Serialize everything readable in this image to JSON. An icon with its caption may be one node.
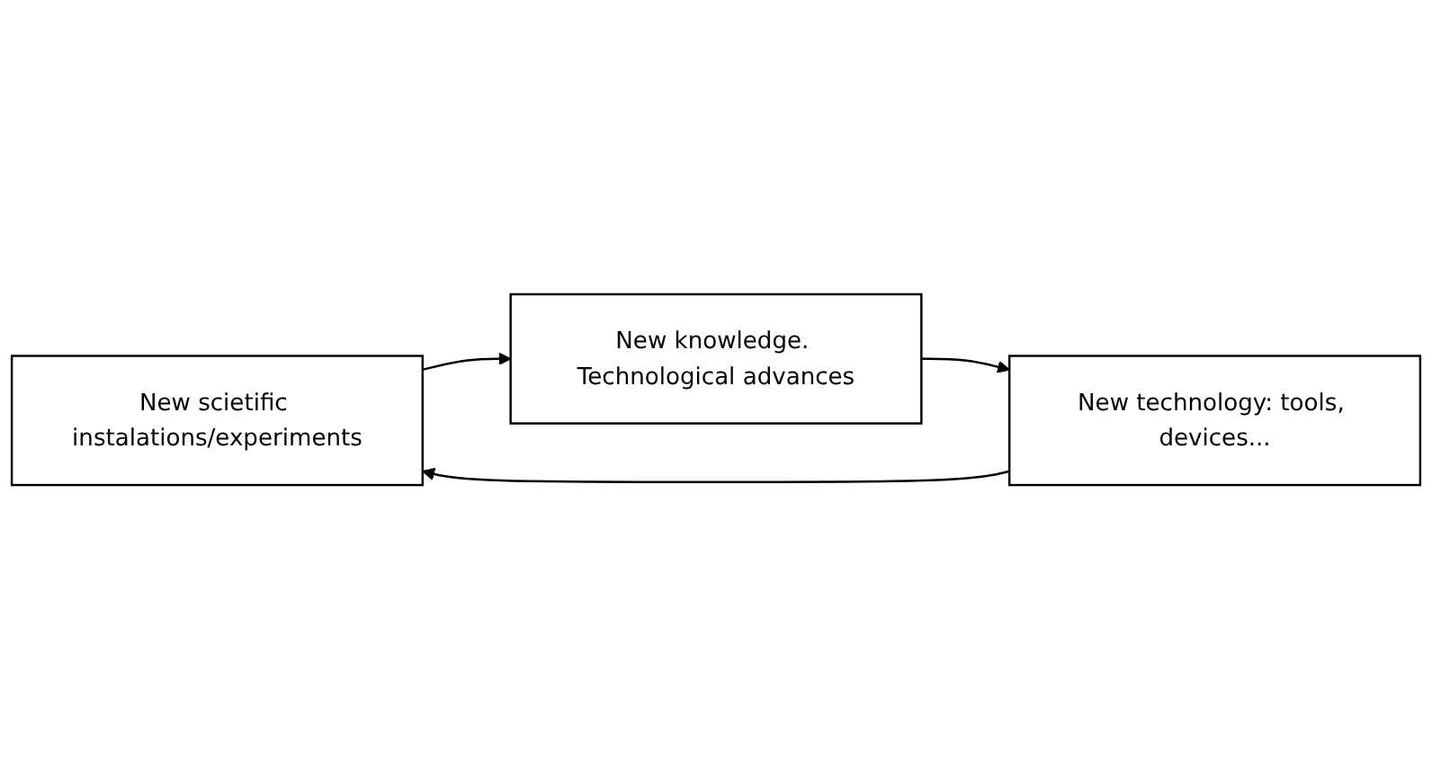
{
  "diagram": {
    "nodes": [
      {
        "text": [
          "New scietific instalations/experiments"
        ]
      },
      {
        "text": [
          "New knowledge. Technological advances"
        ]
      },
      {
        "text": [
          "New technology: tools, devices..."
        ]
      }
    ],
    "edges": [
      {
        "from": 0,
        "to": 1,
        "arrow": "to"
      },
      {
        "from": 1,
        "to": 2,
        "arrow": "to"
      },
      {
        "from": 2,
        "to": 0,
        "arrow": "to"
      }
    ]
  }
}
